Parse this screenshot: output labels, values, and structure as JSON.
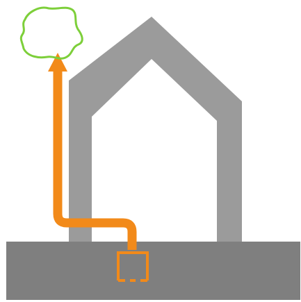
{
  "diagram": {
    "elements": [
      "house-outline",
      "ground",
      "underground-source",
      "pipe-arrow",
      "tree-cloud"
    ],
    "colors": {
      "background": "#ffffff",
      "house": "#9b9b9b",
      "ground": "#7f7f7f",
      "pipe": "#f28a1a",
      "tree": "#7dcf3a"
    }
  }
}
